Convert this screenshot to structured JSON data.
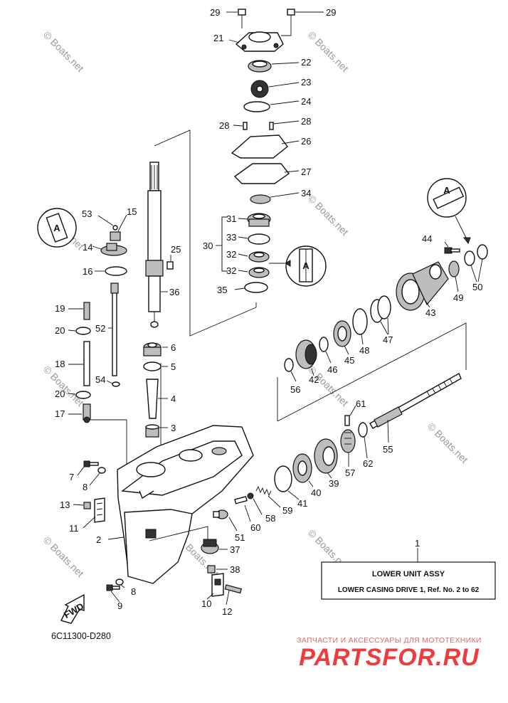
{
  "diagram": {
    "drawing_code": "6C11300-D280",
    "assembly_note": {
      "ref_number": "1",
      "title": "LOWER UNIT ASSY",
      "subtitle": "LOWER CASING DRIVE 1, Ref. No. 2 to 62"
    },
    "forward_badge": "FWD",
    "grease_symbols": [
      "A",
      "A",
      "A"
    ],
    "callouts": {
      "c29a": "29",
      "c29b": "29",
      "c21": "21",
      "c22": "22",
      "c23": "23",
      "c24": "24",
      "c28a": "28",
      "c28b": "28",
      "c26": "26",
      "c27": "27",
      "c34": "34",
      "c31": "31",
      "c33": "33",
      "c30": "30",
      "c32a": "32",
      "c32b": "32",
      "c35": "35",
      "c25": "25",
      "c36": "36",
      "c6": "6",
      "c5": "5",
      "c4": "4",
      "c3": "3",
      "c53": "53",
      "c15": "15",
      "c14": "14",
      "c16": "16",
      "c19": "19",
      "c52": "52",
      "c20a": "20",
      "c18": "18",
      "c54": "54",
      "c20b": "20",
      "c17": "17",
      "c7": "7",
      "c8a": "8",
      "c13": "13",
      "c11": "11",
      "c2": "2",
      "c8b": "8",
      "c9": "9",
      "c10": "10",
      "c12": "12",
      "c38": "38",
      "c37": "37",
      "c51": "51",
      "c60": "60",
      "c58": "58",
      "c59": "59",
      "c41": "41",
      "c40": "40",
      "c39": "39",
      "c57": "57",
      "c62": "62",
      "c61": "61",
      "c55": "55",
      "c56": "56",
      "c42": "42",
      "c46": "46",
      "c45": "45",
      "c48": "48",
      "c47": "47",
      "c43": "43",
      "c49": "49",
      "c50": "50",
      "c44": "44"
    }
  },
  "watermarks": {
    "wm1": "© Boats.net",
    "wm2": "© Boats.net",
    "wm3": "© Boats.net",
    "wm4": "© Boats.net",
    "wm5": "© Boats.net",
    "wm6": "© Boats.net",
    "wm7": "© Boats.net",
    "wm8": "© Boats.net",
    "wm9": "© Boats.net",
    "wm10": "© Boats.net"
  },
  "branding": {
    "tagline": "ЗАПЧАСТИ И АКСЕССУАРЫ ДЛЯ МОТОТЕХНИКИ",
    "logo": "PARTSFOR.RU"
  },
  "colors": {
    "line": "#111111",
    "watermark": "#9a9a9a",
    "brand_red": "#ee3b3b"
  }
}
